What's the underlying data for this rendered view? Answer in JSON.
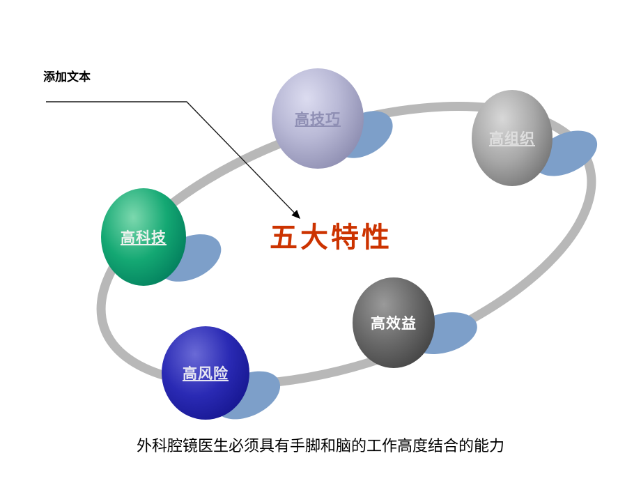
{
  "slide": {
    "annotation": {
      "text": "添加文本"
    },
    "center_title": {
      "text": "五大特性",
      "color": "#cc3300"
    },
    "caption": {
      "text": "外科腔镜医生必须具有手脚和脑的工作高度结合的能力"
    },
    "ring": {
      "color": "#b8b8b8"
    },
    "accent_color": "#7d9fc9",
    "balls": [
      {
        "label": "高技巧",
        "color": "#a3a3c6",
        "text_color": "#8f8fb4",
        "underlined": true
      },
      {
        "label": "高组织",
        "color": "#8f8f8f",
        "text_color": "#dedede",
        "underlined": true
      },
      {
        "label": "高科技",
        "color": "#00946a",
        "text_color": "#eef2ee",
        "underlined": true
      },
      {
        "label": "高效益",
        "color": "#4a4a4a",
        "text_color": "#ffffff",
        "underlined": false
      },
      {
        "label": "高风险",
        "color": "#1c1ca0",
        "text_color": "#e6e6f2",
        "underlined": true
      }
    ]
  }
}
